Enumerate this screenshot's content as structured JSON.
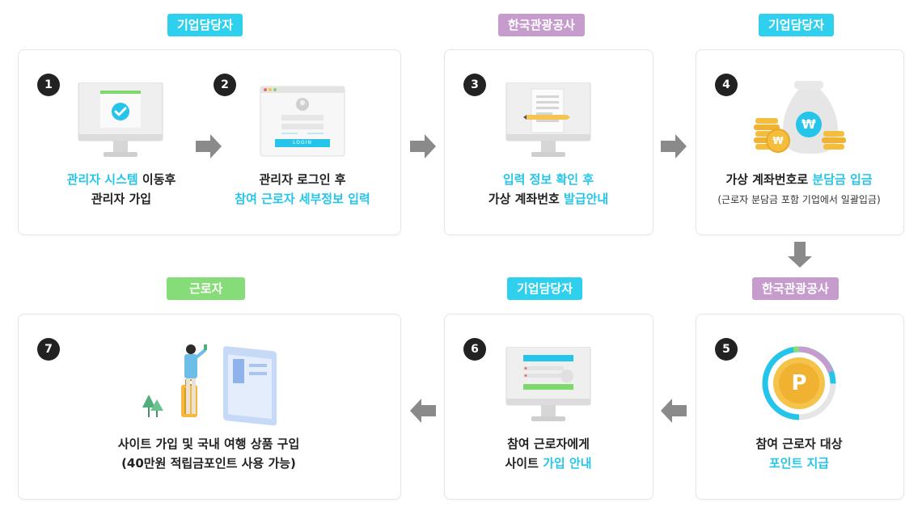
{
  "tags": {
    "t1": "기업담당자",
    "t2": "한국관광공사",
    "t3": "기업담당자",
    "t4": "한국관광공사",
    "t5": "기업담당자",
    "t6": "근로자"
  },
  "steps": {
    "s1": {
      "num": "1",
      "line1_hl": "관리자 시스템",
      "line1_rest": " 이동후",
      "line2": "관리자 가입"
    },
    "s2": {
      "num": "2",
      "line1": "관리자 로그인 후",
      "line2_hl": "참여 근로자 세부정보 입력",
      "login_btn": "LOGIN"
    },
    "s3": {
      "num": "3",
      "line1_hl": "입력 정보 확인 후",
      "line2_plain": "가상 계좌번호 ",
      "line2_hl": "발급안내"
    },
    "s4": {
      "num": "4",
      "line1_plain": "가상 계좌번호로 ",
      "line1_hl": "분담금 입금",
      "line2": "(근로자 분담금 포함 기업에서 일괄입금)",
      "won": "₩"
    },
    "s5": {
      "num": "5",
      "line1": "참여 근로자 대상",
      "line2_hl": "포인트 지급",
      "coin": "P"
    },
    "s6": {
      "num": "6",
      "line1": "참여 근로자에게",
      "line2_plain": "사이트 ",
      "line2_hl": "가입 안내"
    },
    "s7": {
      "num": "7",
      "line1": "사이트 가입 및 국내 여행 상품 구입",
      "line2": "(40만원 적립금포인트 사용 가능)"
    }
  },
  "colors": {
    "accent": "#25c5ea",
    "tag_cyan": "#2fd0ee",
    "tag_purple": "#c69ccd",
    "tag_green": "#86dc78",
    "arrow": "#8a8a8a"
  }
}
